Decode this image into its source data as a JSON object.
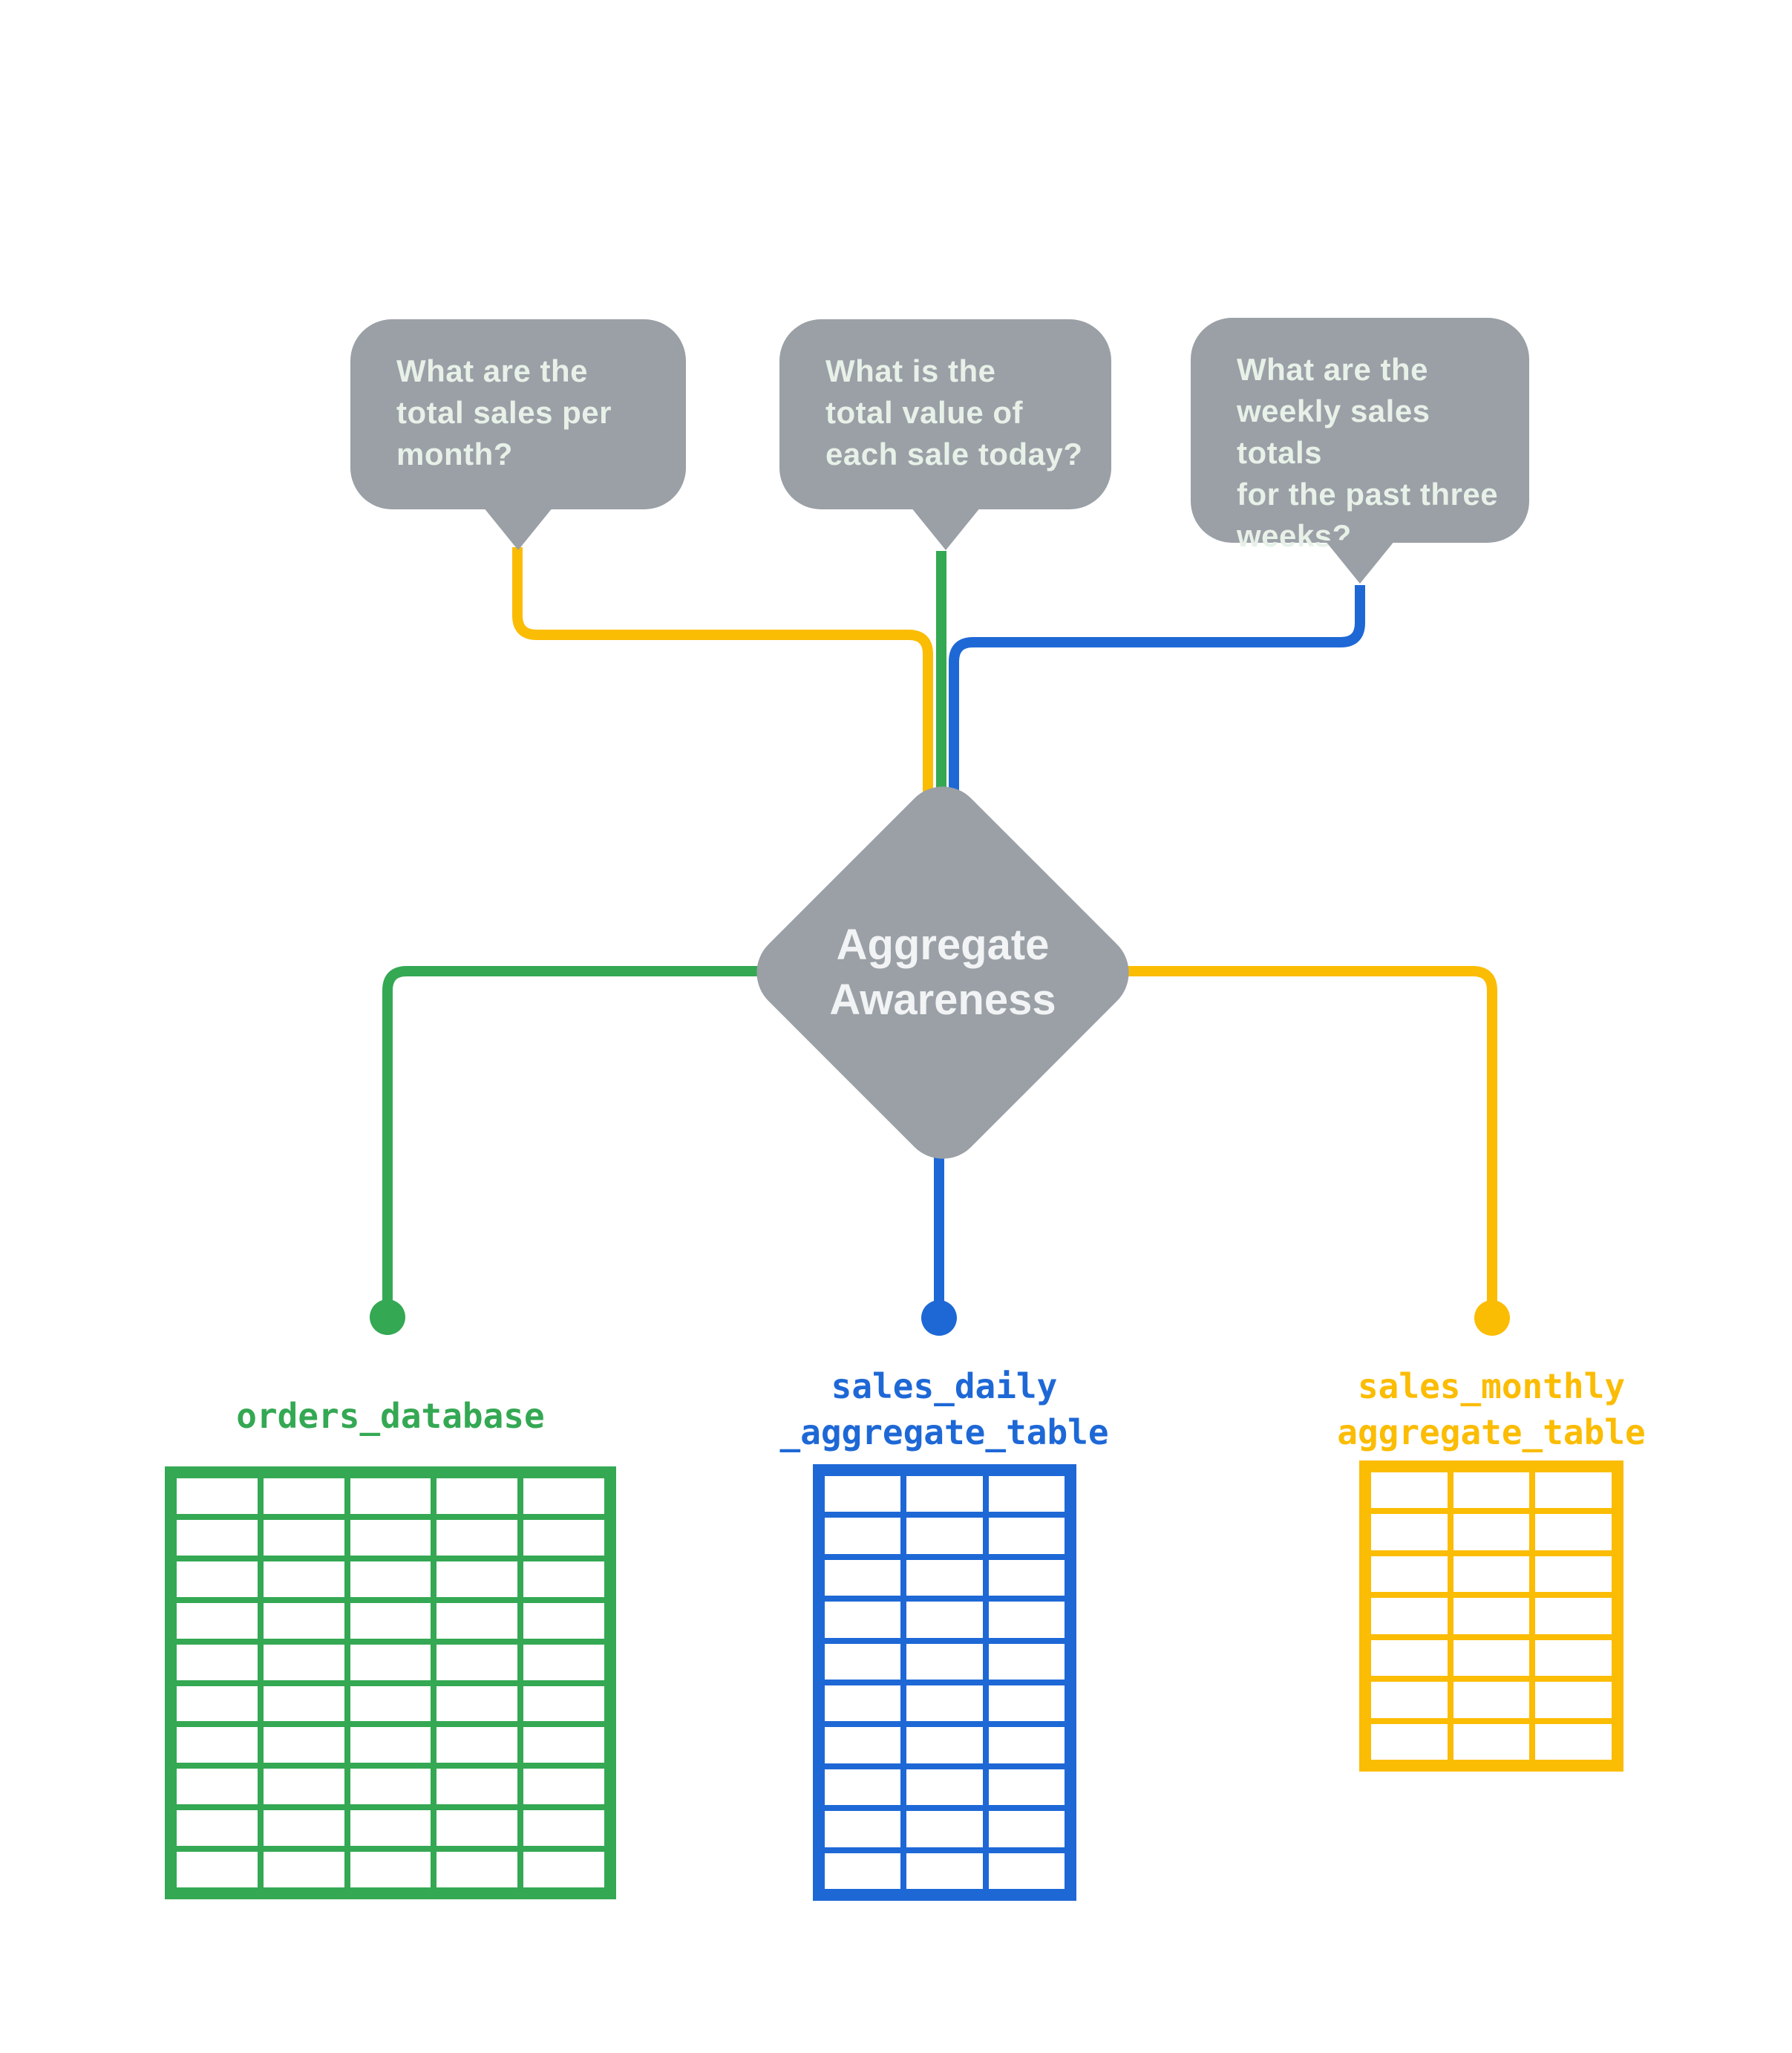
{
  "title": "Aggregate Awareness diagram",
  "colors": {
    "gray": "#9AA0A6",
    "green": "#34A853",
    "blue": "#1E68D6",
    "yellow": "#FBBC04",
    "bubble_text": "#E7F1E8",
    "diamond_text": "#F1F3F4"
  },
  "bubbles": [
    {
      "accent": "yellow",
      "lines": [
        "What are the",
        "total sales per",
        "month?"
      ]
    },
    {
      "accent": "green",
      "lines": [
        "What is the",
        "total value of",
        "each sale today?"
      ]
    },
    {
      "accent": "blue",
      "lines": [
        "What are the",
        "weekly sales totals",
        "for the past three",
        "weeks?"
      ]
    }
  ],
  "diamond": {
    "lines": [
      "Aggregate",
      "Awareness"
    ]
  },
  "tables": [
    {
      "name": "orders_database",
      "label_lines": [
        "orders_database"
      ],
      "color": "green",
      "cols": 5,
      "rows": 10
    },
    {
      "name": "sales_daily_aggregate_table",
      "label_lines": [
        "sales_daily",
        "_aggregate_table"
      ],
      "color": "blue",
      "cols": 3,
      "rows": 10
    },
    {
      "name": "sales_monthly_aggregate_table",
      "label_lines": [
        "sales_monthly",
        "aggregate_table"
      ],
      "color": "yellow",
      "cols": 3,
      "rows": 7
    }
  ]
}
